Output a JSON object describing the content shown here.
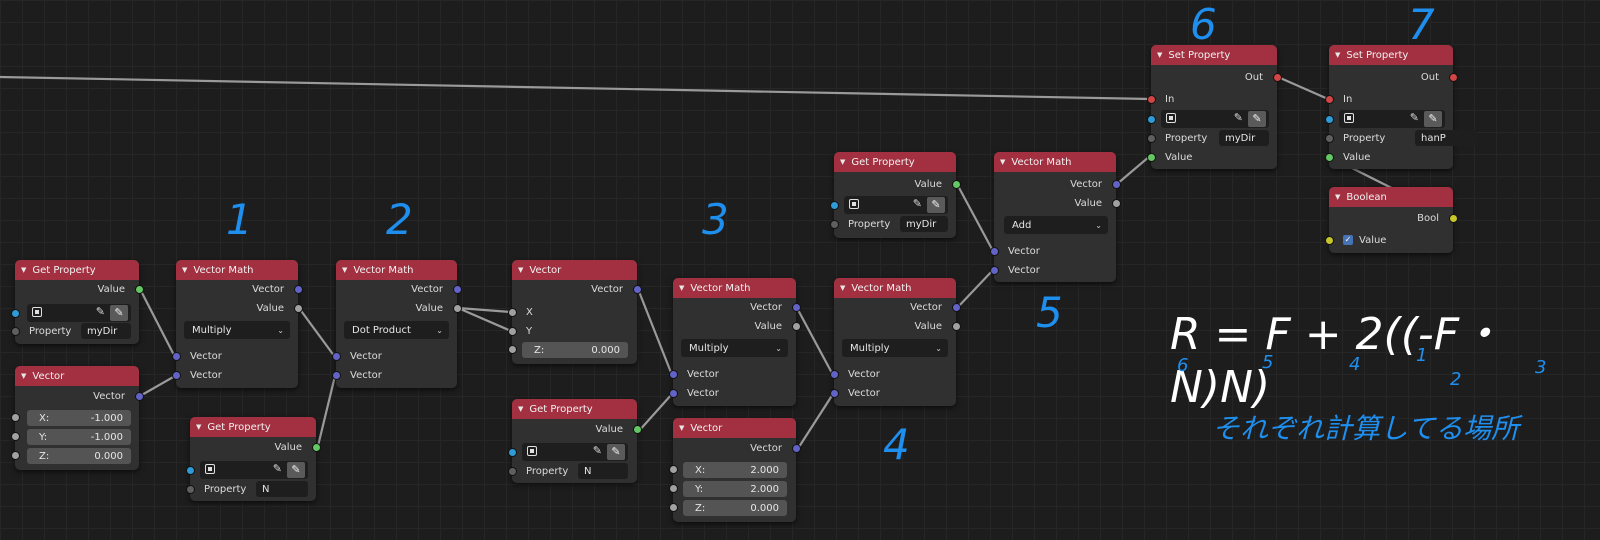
{
  "nodes": {
    "gp1": {
      "title": "Get Property",
      "out_value": "Value",
      "property_label": "Property",
      "property_value": "myDir"
    },
    "vec1": {
      "title": "Vector",
      "out_vector": "Vector",
      "x_label": "X:",
      "x_value": "-1.000",
      "y_label": "Y:",
      "y_value": "-1.000",
      "z_label": "Z:",
      "z_value": "0.000"
    },
    "vm1": {
      "title": "Vector Math",
      "out_vector": "Vector",
      "out_value": "Value",
      "operation": "Multiply",
      "in_vector1": "Vector",
      "in_vector2": "Vector"
    },
    "gp2": {
      "title": "Get Property",
      "out_value": "Value",
      "property_label": "Property",
      "property_value": "N"
    },
    "vm2": {
      "title": "Vector Math",
      "out_vector": "Vector",
      "out_value": "Value",
      "operation": "Dot Product",
      "in_vector1": "Vector",
      "in_vector2": "Vector"
    },
    "vec2": {
      "title": "Vector",
      "out_vector": "Vector",
      "x_label": "X",
      "y_label": "Y",
      "z_label": "Z:",
      "z_value": "0.000"
    },
    "gp3": {
      "title": "Get Property",
      "out_value": "Value",
      "property_label": "Property",
      "property_value": "N"
    },
    "vm3": {
      "title": "Vector Math",
      "out_vector": "Vector",
      "out_value": "Value",
      "operation": "Multiply",
      "in_vector1": "Vector",
      "in_vector2": "Vector"
    },
    "vec3": {
      "title": "Vector",
      "out_vector": "Vector",
      "x_label": "X:",
      "x_value": "2.000",
      "y_label": "Y:",
      "y_value": "2.000",
      "z_label": "Z:",
      "z_value": "0.000"
    },
    "vm4": {
      "title": "Vector Math",
      "out_vector": "Vector",
      "out_value": "Value",
      "operation": "Multiply",
      "in_vector1": "Vector",
      "in_vector2": "Vector"
    },
    "gp4": {
      "title": "Get Property",
      "out_value": "Value",
      "property_label": "Property",
      "property_value": "myDir"
    },
    "vm5": {
      "title": "Vector Math",
      "out_vector": "Vector",
      "out_value": "Value",
      "operation": "Add",
      "in_vector1": "Vector",
      "in_vector2": "Vector"
    },
    "sp1": {
      "title": "Set Property",
      "out": "Out",
      "in": "In",
      "property_label": "Property",
      "property_value": "myDir",
      "value_label": "Value"
    },
    "sp2": {
      "title": "Set Property",
      "out": "Out",
      "in": "In",
      "property_label": "Property",
      "property_value": "hanP",
      "value_label": "Value"
    },
    "bool": {
      "title": "Boolean",
      "out_bool": "Bool",
      "value_label": "Value"
    }
  },
  "annotations": {
    "n1": "1",
    "n2": "2",
    "n3": "3",
    "n4": "4",
    "n5": "5",
    "n6": "6",
    "n7": "7",
    "formula": "R = F + 2((-F・N)N)",
    "f6": "6",
    "f5": "5",
    "f4": "4",
    "f1": "1",
    "f2": "2",
    "f3": "3",
    "caption": "それぞれ計算してる場所"
  },
  "icons": {
    "collapse": "triangle-down-icon",
    "eyedropper": "eyedropper-icon",
    "object": "object-icon",
    "dropdown": "chevron-down-icon",
    "check": "checkmark-icon"
  },
  "colors": {
    "header": "#a23040",
    "vector_socket": "#6363c7",
    "float_socket": "#a1a1a1",
    "object_socket": "#2e9bd6",
    "annotation": "#1e8fee"
  }
}
